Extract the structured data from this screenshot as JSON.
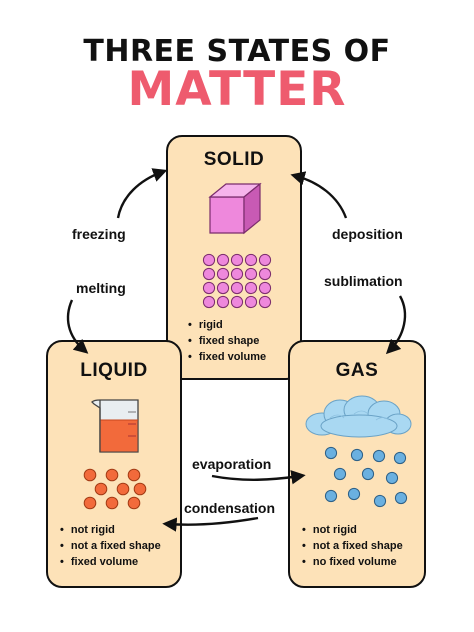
{
  "title": {
    "line1": "THREE STATES OF",
    "line2": "MATTER"
  },
  "states": {
    "solid": {
      "name": "SOLID",
      "properties": [
        "rigid",
        "fixed shape",
        "fixed volume"
      ],
      "color": "#ee88dc"
    },
    "liquid": {
      "name": "LIQUID",
      "properties": [
        "not rigid",
        "not a fixed shape",
        "fixed volume"
      ],
      "color": "#f26a3b"
    },
    "gas": {
      "name": "GAS",
      "properties": [
        "not rigid",
        "not a fixed shape",
        "no fixed volume"
      ],
      "color": "#6ab0e0"
    }
  },
  "transitions": {
    "freezing": "freezing",
    "melting": "melting",
    "deposition": "deposition",
    "sublimation": "sublimation",
    "evaporation": "evaporation",
    "condensation": "condensation"
  },
  "colors": {
    "card_bg": "#fde2b8",
    "title_accent": "#ee5b6e",
    "cloud": "#a9d8f2"
  }
}
